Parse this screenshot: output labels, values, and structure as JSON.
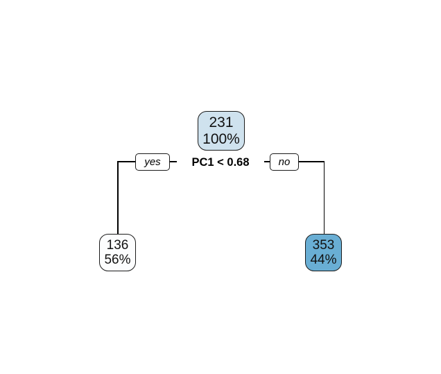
{
  "chart_data": {
    "type": "diagram",
    "diagram_kind": "decision-tree",
    "title": "",
    "root": {
      "id": "root",
      "count": "231",
      "percent": "100%",
      "fill": "#cfe2ee",
      "split": {
        "label": "PC1 < 0.68",
        "variable": "PC1",
        "operator": "<",
        "threshold": 0.68,
        "yes_label": "yes",
        "no_label": "no"
      }
    },
    "leaves": [
      {
        "id": "leaf-left",
        "branch": "yes",
        "count": "136",
        "percent": "56%",
        "fill": "#fcfdfe"
      },
      {
        "id": "leaf-right",
        "branch": "no",
        "count": "353",
        "percent": "44%",
        "fill": "#69aed4"
      }
    ],
    "colors": {
      "background": "#ffffff",
      "stroke": "#1a1a1a",
      "text": "#111111",
      "root_fill": "#cfe2ee",
      "leaf_left_fill": "#fcfdfe",
      "leaf_right_fill": "#69aed4"
    }
  },
  "tree": {
    "root": {
      "count": "231",
      "percent": "100%"
    },
    "split": {
      "condition": "PC1 < 0.68",
      "yes": "yes",
      "no": "no"
    },
    "leaf_left": {
      "count": "136",
      "percent": "56%"
    },
    "leaf_right": {
      "count": "353",
      "percent": "44%"
    }
  }
}
